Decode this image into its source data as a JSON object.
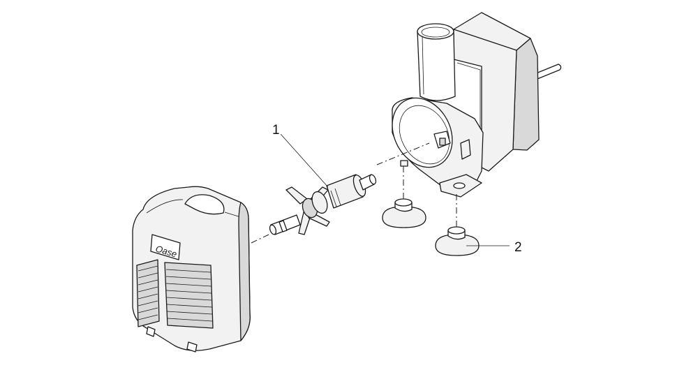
{
  "labels": {
    "callout_1": "1",
    "callout_2": "2"
  },
  "parts": [
    {
      "number": "1",
      "name": "impeller-assembly"
    },
    {
      "number": "2",
      "name": "suction-cup"
    }
  ],
  "brand_mark": "Oase",
  "colors": {
    "line": "#1a1a1a",
    "body_fill": "#f2f2f2",
    "shade_fill": "#d9d9d9",
    "background": "#ffffff"
  }
}
